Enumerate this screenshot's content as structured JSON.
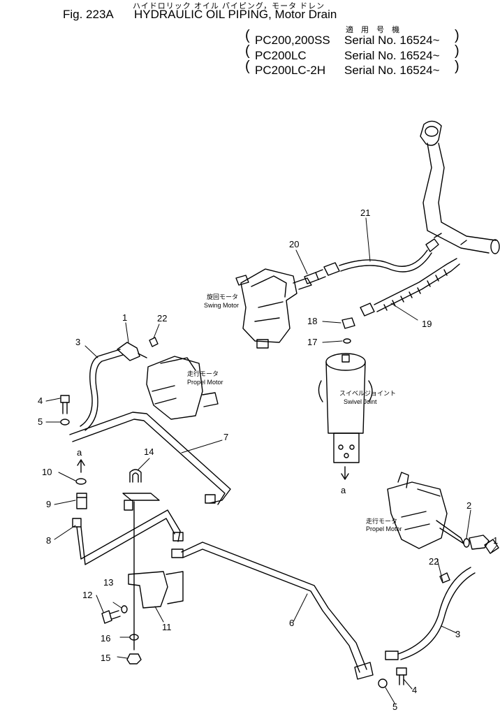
{
  "header": {
    "jp_title": "ハイドロリック オイル パイピング，モータ ドレン",
    "fig_number": "Fig. 223A",
    "fig_title": "HYDRAULIC OIL PIPING, Motor Drain"
  },
  "serials": {
    "heading_jp": "適 用 号 機",
    "rows": [
      {
        "model": "PC200,200SS",
        "serial": "Serial No. 16524~"
      },
      {
        "model": "PC200LC",
        "serial": "Serial No. 16524~"
      },
      {
        "model": "PC200LC-2H",
        "serial": "Serial No. 16524~"
      }
    ]
  },
  "components": {
    "swing_motor_jp": "旋回モータ",
    "swing_motor": "Swing Motor",
    "propel_motor_jp": "走行モータ",
    "propel_motor": "Propel Motor",
    "swivel_joint_jp": "スイベルジョイント",
    "swivel_joint": "Swivel Joint"
  },
  "callouts": {
    "n1": "1",
    "n2": "2",
    "n3": "3",
    "n4": "4",
    "n5": "5",
    "n6": "6",
    "n7": "7",
    "n8": "8",
    "n9": "9",
    "n10": "10",
    "n11": "11",
    "n12": "12",
    "n13": "13",
    "n14": "14",
    "n15": "15",
    "n16": "16",
    "n17": "17",
    "n18": "18",
    "n19": "19",
    "n20": "20",
    "n21": "21",
    "n22": "22",
    "a": "a"
  }
}
